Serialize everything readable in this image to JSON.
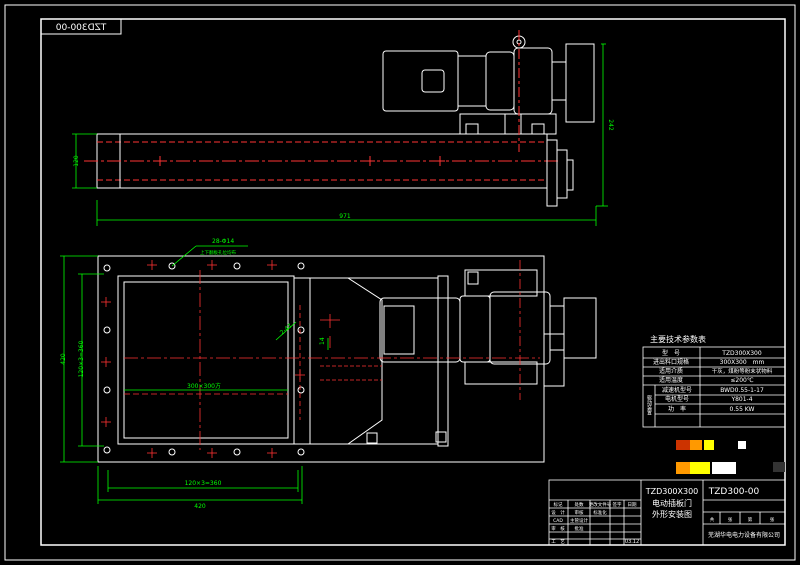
{
  "drawing": {
    "corner_code": "TZD300-00",
    "colors": {
      "background": "#000000",
      "outline": "#ffffff",
      "dimension": "#00ff00",
      "centerline": "#ff3333",
      "hidden": "#ff3333",
      "text": "#ffffff",
      "title_text": "#ffffff",
      "swatch_red": "#cc3300",
      "swatch_orange": "#ff9900",
      "swatch_yellow": "#ffff00",
      "swatch_white": "#ffffff"
    }
  },
  "dimensions": {
    "side_height": "120",
    "side_right_height": "242",
    "side_length": "971",
    "hole_note_top": "28-Φ14",
    "hole_note_sub": "上下翻板孔位均布",
    "left_outer_height": "420",
    "left_inner_height": "120×3=360",
    "opening": "300×300方",
    "slot_label": "2-47",
    "slot_dim": "14",
    "bottom_inner": "120×3=360",
    "bottom_outer": "420"
  },
  "params_table": {
    "title": "主要技术参数表",
    "rows": [
      {
        "group": "",
        "label": "型　号",
        "value": "TZD300X300"
      },
      {
        "group": "",
        "label": "进出料口规格",
        "value": "300X300　mm"
      },
      {
        "group": "",
        "label": "适用介质",
        "value": "干灰，煤粉等粉末状物料"
      },
      {
        "group": "",
        "label": "适用温度",
        "value": "≤200℃"
      },
      {
        "group": "驱动装置",
        "label": "减速机型号",
        "value": "BWD0.55-1-17"
      },
      {
        "group": "",
        "label": "电机型号",
        "value": "Y801-4"
      },
      {
        "group": "",
        "label": "功　率",
        "value": "0.55 KW"
      }
    ]
  },
  "title_block": {
    "model_line": "TZD300X300",
    "name_line1": "电动插板门",
    "name_line2": "外形安装图",
    "drawing_no": "TZD300-00",
    "company": "芜湖华电电力设备有限公司",
    "date": "03.12",
    "header_cells": [
      "标记",
      "处数",
      "更改文件号",
      "签字",
      "日期"
    ],
    "role_cells": [
      "设　计",
      "审核",
      "标准化",
      "CAD",
      "主管设计",
      "审　核",
      "批准",
      "工　艺"
    ],
    "right_small": [
      "共",
      "张",
      "第",
      "张"
    ]
  }
}
